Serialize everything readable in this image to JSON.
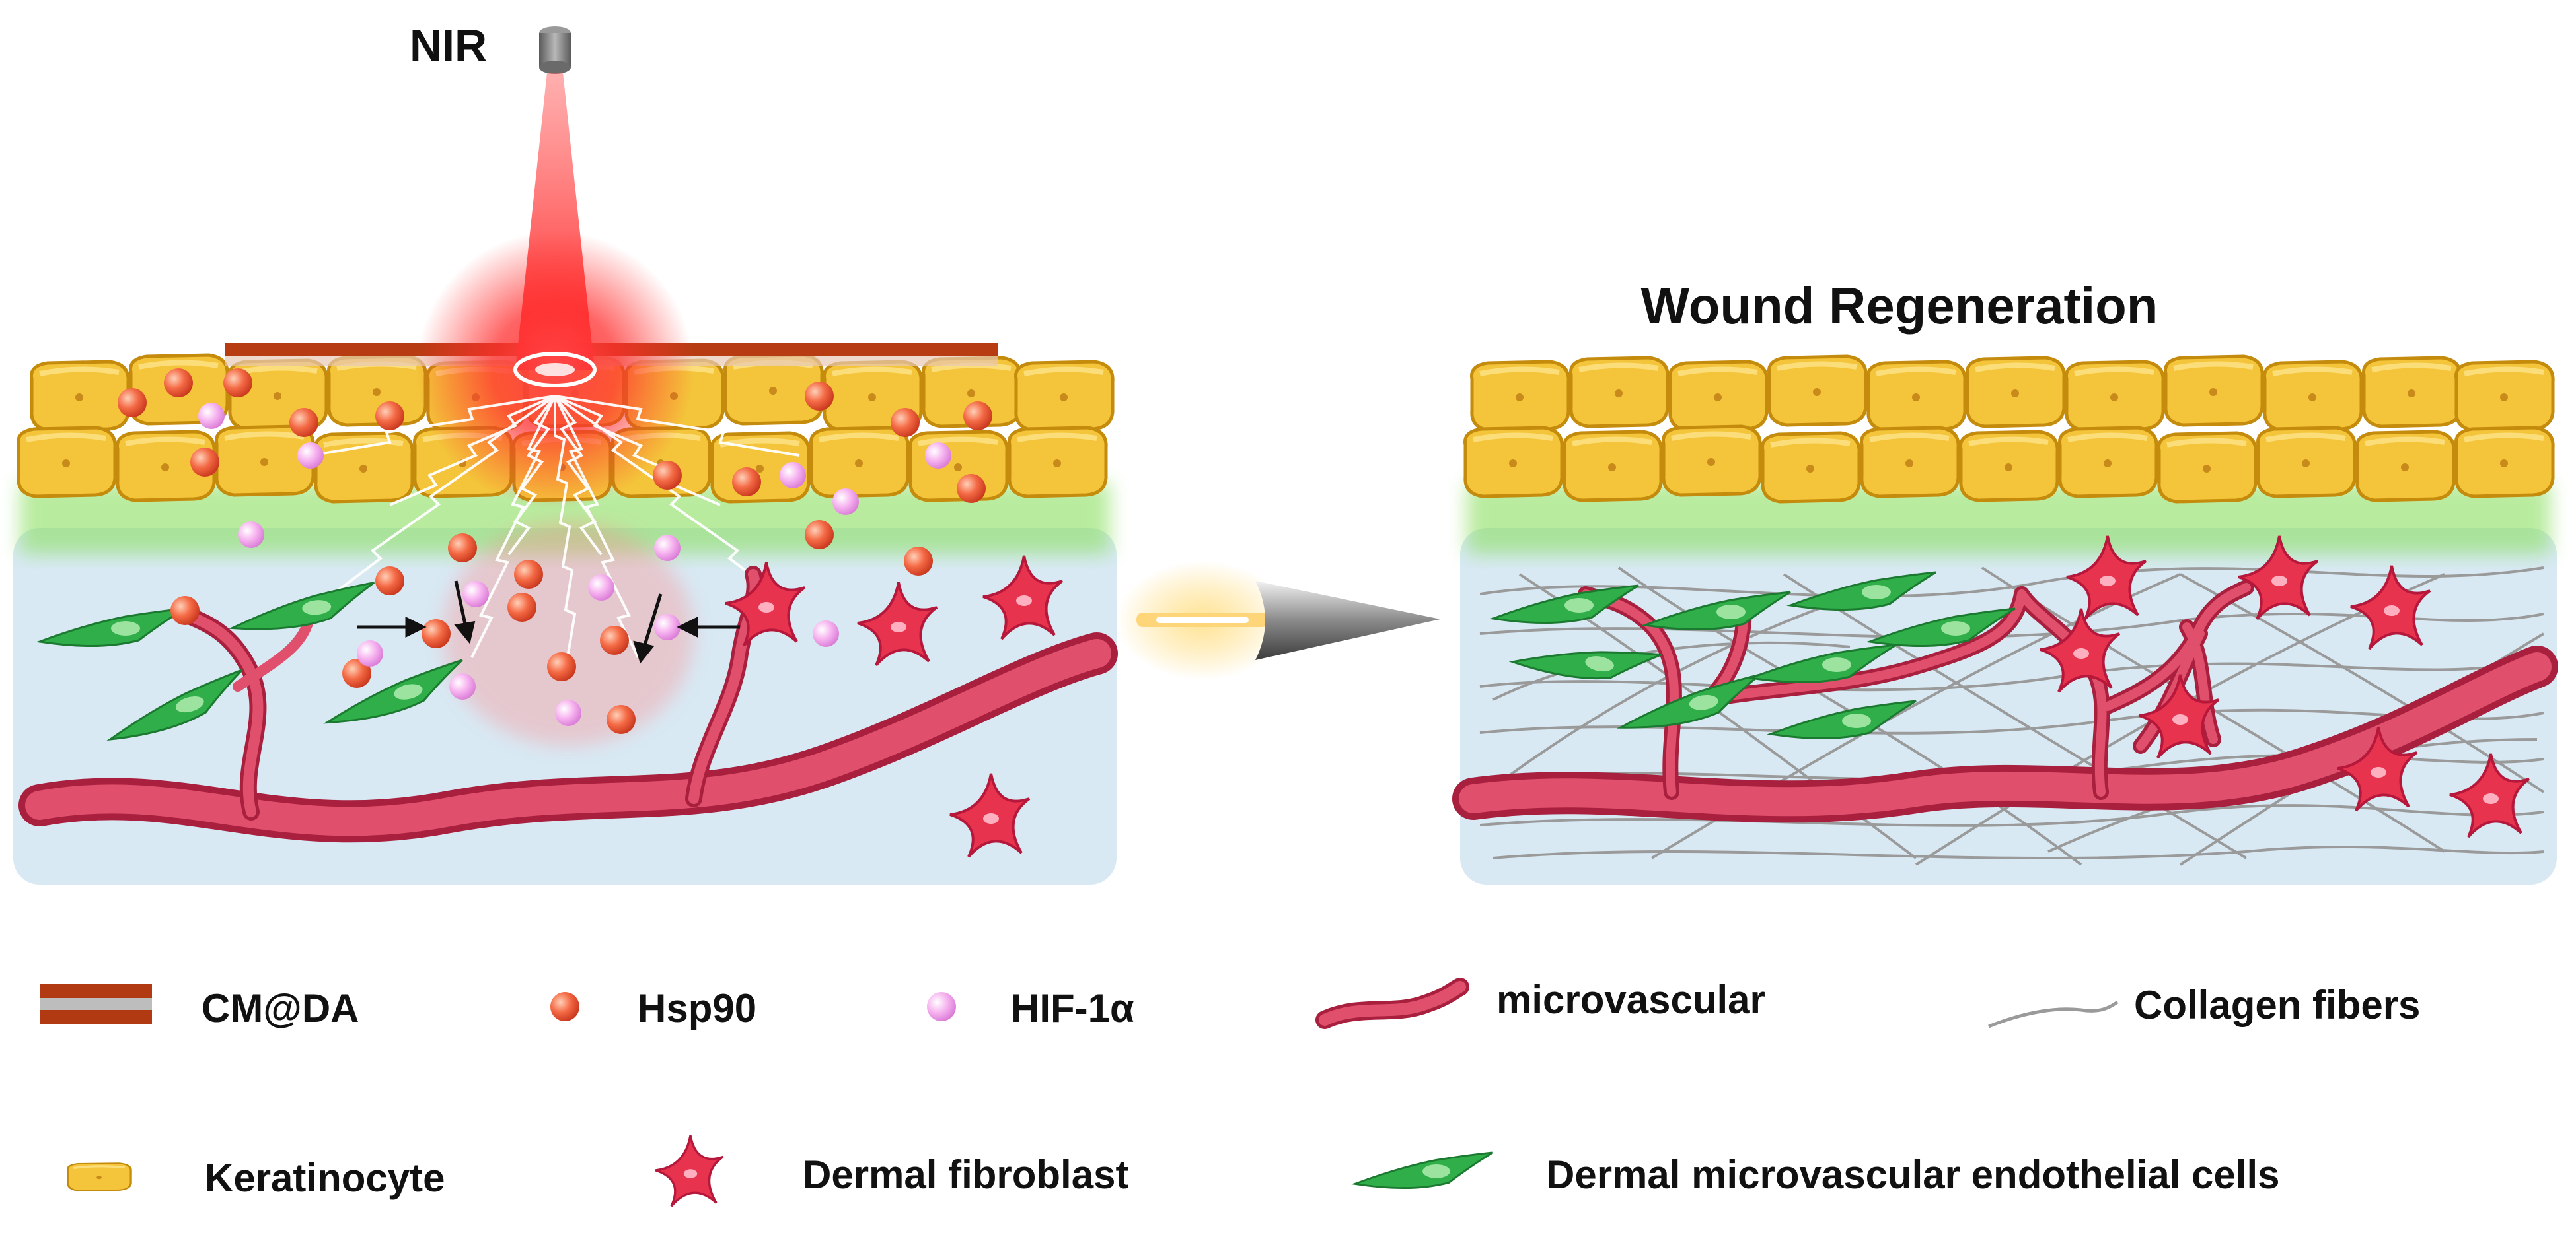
{
  "labels": {
    "nir": "NIR",
    "title": "Wound Regeneration"
  },
  "legend": {
    "cmda": "CM@DA",
    "hsp90": "Hsp90",
    "hif": "HIF-1α",
    "microvascular": "microvascular",
    "collagen": "Collagen fibers",
    "keratinocyte": "Keratinocyte",
    "fibroblast": "Dermal fibroblast",
    "endothelial": "Dermal microvascular endothelial cells"
  },
  "colors": {
    "keratinocyte": "#f2c233",
    "keratinocyte_edge": "#c98f10",
    "epidermis_glow": "#7fdc56",
    "dermis": "#dcebf5",
    "vessel": "#d8425e",
    "vessel_edge": "#a91f3e",
    "hsp90": "#f06040",
    "hif": "#f2a6ec",
    "fibroblast": "#e8324f",
    "endothelial": "#2fae4a",
    "collagen": "#9a9a9a",
    "laser": "#ff2a2a",
    "membrane": "#b23a12"
  }
}
